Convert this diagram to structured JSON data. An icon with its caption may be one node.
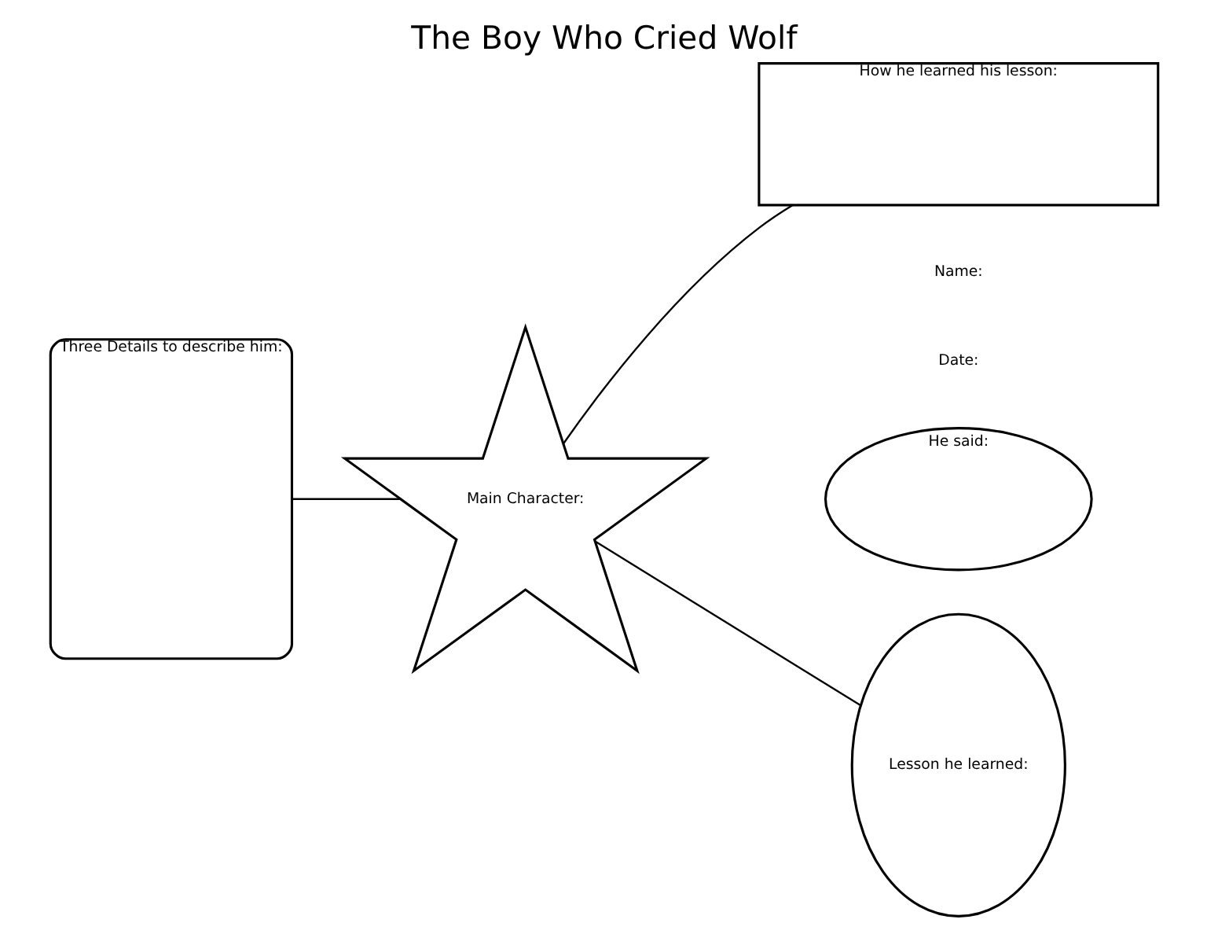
{
  "diagram": {
    "title": "The Boy Who Cried Wolf",
    "nodes": [
      {
        "text": [
          "Three Details to describe him:"
        ]
      },
      {
        "text": [
          "Main Character:"
        ]
      },
      {
        "text": [
          "He said:"
        ]
      },
      {
        "text": [
          "Lesson he learned:"
        ]
      },
      {
        "text": [
          "How he learned his lesson:"
        ]
      }
    ],
    "edges": [
      {
        "from": 0,
        "to": 1,
        "arrow": "none"
      },
      {
        "from": 1,
        "to": 3,
        "arrow": "none"
      },
      {
        "from": 1,
        "to": 4,
        "arrow": "none"
      }
    ],
    "labels": [
      "Name:",
      "Date:"
    ]
  }
}
